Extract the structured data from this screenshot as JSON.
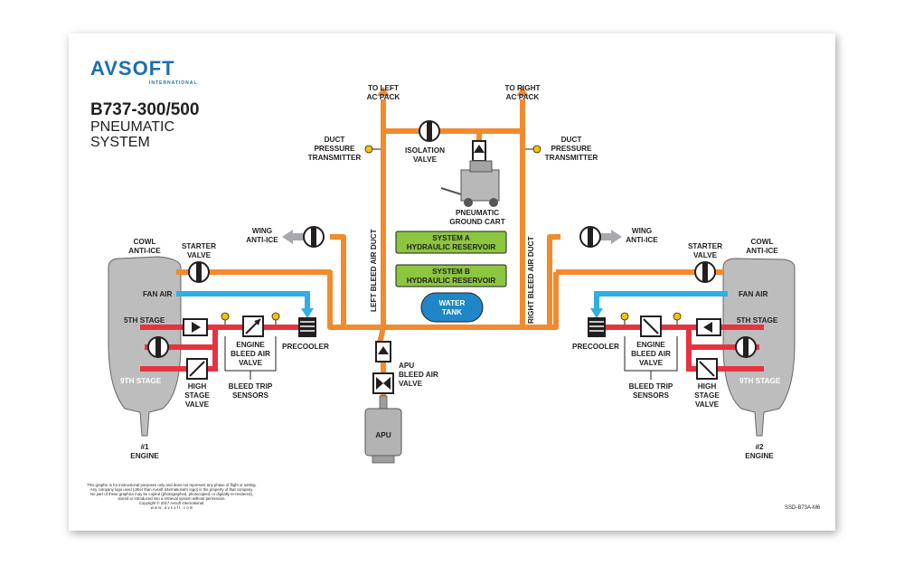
{
  "brand": {
    "logo_text": "AVSOFT",
    "logo_sub": "INTERNATIONAL"
  },
  "title": {
    "model": "B737-300/500",
    "line1": "PNEUMATIC",
    "line2": "SYSTEM"
  },
  "labels": {
    "to_left_ac_pack": [
      "TO LEFT",
      "AC PACK"
    ],
    "to_right_ac_pack": [
      "TO RIGHT",
      "AC PACK"
    ],
    "duct_pressure_transmitter": [
      "DUCT",
      "PRESSURE",
      "TRANSMITTER"
    ],
    "isolation_valve": [
      "ISOLATION",
      "VALVE"
    ],
    "pneumatic_ground_cart": [
      "PNEUMATIC",
      "GROUND CART"
    ],
    "left_bleed_air_duct": "LEFT BLEED AIR DUCT",
    "right_bleed_air_duct": "RIGHT BLEED AIR DUCT",
    "system_a_reservoir": [
      "SYSTEM A",
      "HYDRAULIC RESERVOIR"
    ],
    "system_b_reservoir": [
      "SYSTEM B",
      "HYDRAULIC RESERVOIR"
    ],
    "water_tank": [
      "WATER",
      "TANK"
    ],
    "wing_anti_ice": [
      "WING",
      "ANTI-ICE"
    ],
    "cowl_anti_ice": [
      "COWL",
      "ANTI-ICE"
    ],
    "starter_valve": [
      "STARTER",
      "VALVE"
    ],
    "fan_air": "FAN AIR",
    "fifth_stage": "5TH STAGE",
    "ninth_stage": "9TH STAGE",
    "precooler": "PRECOOLER",
    "engine_bleed_air_valve": [
      "ENGINE",
      "BLEED AIR",
      "VALVE"
    ],
    "bleed_trip_sensors": [
      "BLEED TRIP",
      "SENSORS"
    ],
    "high_stage_valve": [
      "HIGH",
      "STAGE",
      "VALVE"
    ],
    "apu_bleed_air_valve": [
      "APU",
      "BLEED AIR",
      "VALVE"
    ],
    "apu": "APU",
    "engine_1": [
      "#1",
      "ENGINE"
    ],
    "engine_2": [
      "#2",
      "ENGINE"
    ]
  },
  "footer": {
    "disclaimer": [
      "This graphic is for instructional purposes only and does not represent any phase of flight or setting.",
      "Any company logo used (other than Avsoft International's logo) is the property of that company.",
      "No part of these graphics may be copied (photographed, photocopied, or digitally re-rendered),",
      "stored or introduced into a retrieval system without permission.",
      "Copyright © 2017 Avsoft International.",
      "w w w . a v s o f t . c o m"
    ],
    "code": "SSD-B73A-M6"
  },
  "colors": {
    "bleed_air": "#f28a2e",
    "high_pressure": "#e5343f",
    "fan_air": "#2eaee3",
    "reservoir": "#8cc63f",
    "water_tank": "#1f86c7",
    "engine": "#bdbdbd",
    "apu": "#b3b3b3",
    "sensor": "#f5c400",
    "logo": "#1b6fb0"
  }
}
